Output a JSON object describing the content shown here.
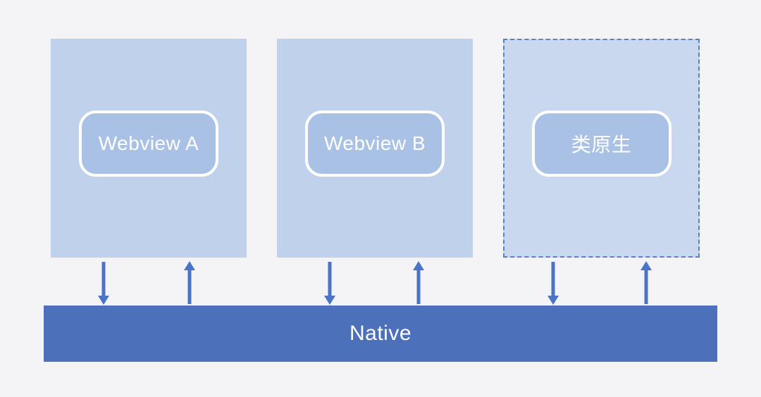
{
  "diagram": {
    "panels": [
      {
        "label": "Webview A",
        "border": "solid"
      },
      {
        "label": "Webview B",
        "border": "solid"
      },
      {
        "label": "类原生",
        "border": "dashed"
      }
    ],
    "native_bar": {
      "label": "Native"
    },
    "arrows": [
      {
        "from": "Webview A",
        "to": "Native",
        "direction": "down"
      },
      {
        "from": "Native",
        "to": "Webview A",
        "direction": "up"
      },
      {
        "from": "Webview B",
        "to": "Native",
        "direction": "down"
      },
      {
        "from": "Native",
        "to": "Webview B",
        "direction": "up"
      },
      {
        "from": "类原生",
        "to": "Native",
        "direction": "down"
      },
      {
        "from": "Native",
        "to": "类原生",
        "direction": "up"
      }
    ]
  },
  "colors": {
    "background": "#f4f4f6",
    "panel_fill": "#c0d1ec",
    "panel_dashed_fill": "#c9d8ef",
    "pill_fill": "#a9c1e4",
    "pill_border": "#ffffff",
    "bar_fill": "#4c70ba",
    "arrow": "#4b74c6",
    "dashed_border": "#5b80c4",
    "text": "#ffffff"
  }
}
